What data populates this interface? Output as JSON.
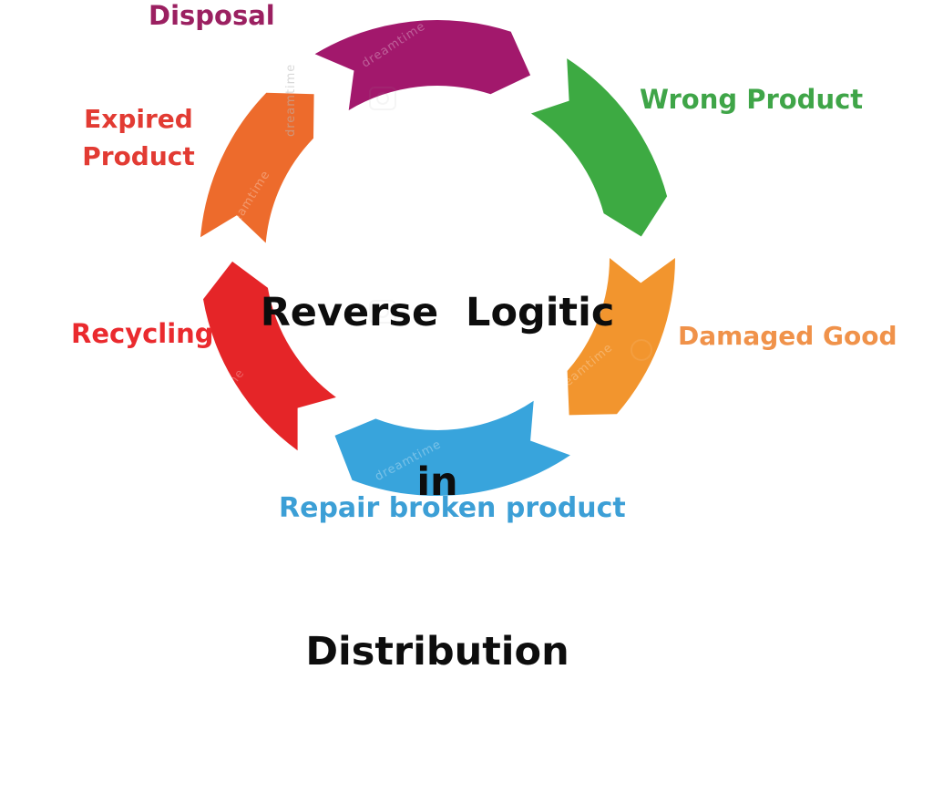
{
  "title": {
    "line1": "Reverse  Logitic",
    "line2": "in",
    "line3": "Distribution",
    "color": "#0d0d0d"
  },
  "labels": {
    "disposal": {
      "text": "Disposal",
      "color": "#9B2061"
    },
    "wrong_product": {
      "text": "Wrong Product",
      "color": "#3FA548"
    },
    "expired_product": {
      "line1": "Expired",
      "line2": "Product",
      "color": "#E23B33"
    },
    "recycling": {
      "text": "Recycling",
      "color": "#EA2A2E"
    },
    "damaged_good": {
      "text": "Damaged Good",
      "color": "#F0924A"
    },
    "repair": {
      "text": "Repair broken product",
      "color": "#3C9FD6"
    }
  },
  "cycle": {
    "description": "clockwise reverse-logistics cycle of six arrow segments",
    "segments": [
      {
        "name": "disposal-arrow",
        "step": "Disposal",
        "color": "#A2186C",
        "tail": 329,
        "tip": 387
      },
      {
        "name": "wrong-product-arrow",
        "step": "Wrong Product",
        "color": "#3DAA42",
        "tail": 33,
        "tip": 84
      },
      {
        "name": "damaged-good-arrow",
        "step": "Damaged Good",
        "color": "#F2952E",
        "tail": 90,
        "tip": 140
      },
      {
        "name": "repair-arrow",
        "step": "Repair broken product",
        "color": "#38A4DC",
        "tail": 146,
        "tip": 210
      },
      {
        "name": "recycling-arrow",
        "step": "Recycling",
        "color": "#E52528",
        "tail": 216,
        "tip": 269
      },
      {
        "name": "expired-product-arrow",
        "step": "Expired Product",
        "color": "#ED6B2C",
        "tail": 275,
        "tip": 323
      }
    ]
  },
  "watermark": {
    "text": "dreamtime"
  }
}
